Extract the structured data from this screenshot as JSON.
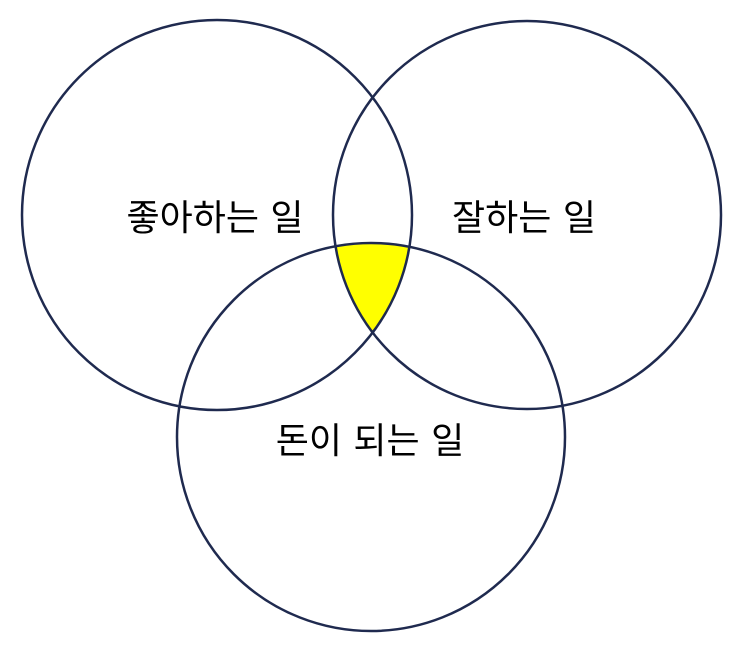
{
  "diagram": {
    "type": "venn",
    "sets": [
      {
        "label": "좋아하는 일"
      },
      {
        "label": "잘하는 일"
      },
      {
        "label": "돈이 되는 일"
      }
    ],
    "highlight": "intersection-all"
  },
  "colors": {
    "stroke": "#1f2a4f",
    "highlight": "#ffff00",
    "background": "#ffffff"
  }
}
